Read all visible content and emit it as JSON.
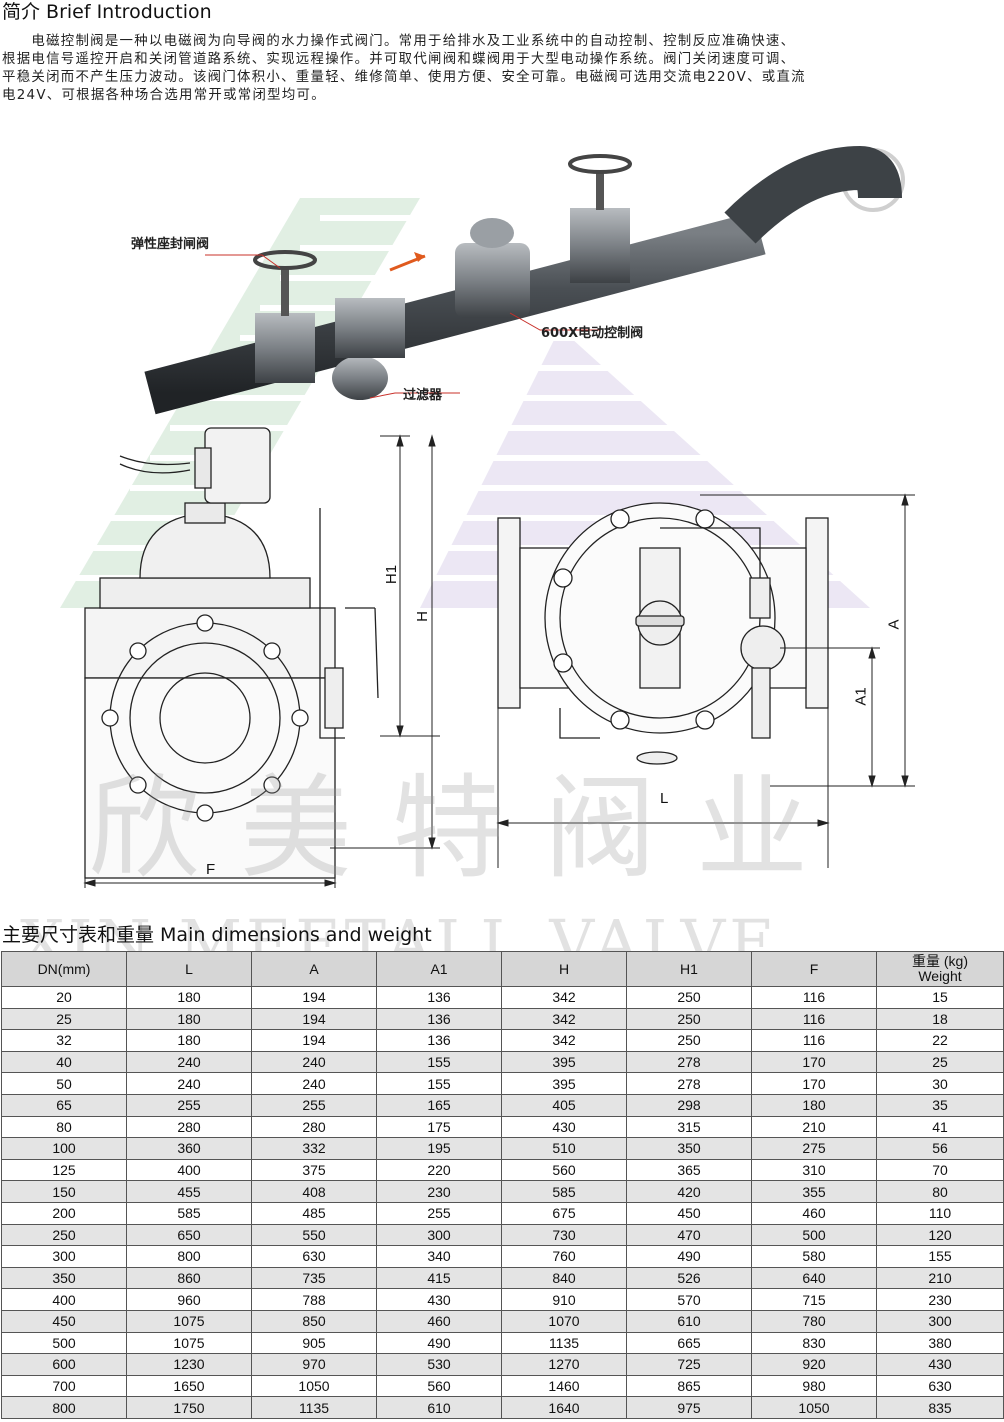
{
  "intro": {
    "title": "简介 Brief Introduction",
    "lines": [
      "　　电磁控制阀是一种以电磁阀为向导阀的水力操作式阀门。常用于给排水及工业系统中的自动控制、控制反应准确快速、",
      "根据电信号遥控开启和关闭管道路系统、实现远程操作。并可取代闸阀和蝶阀用于大型电动操作系统。阀门关闭速度可调、",
      "平稳关闭而不产生压力波动。该阀门体积小、重量轻、维修简单、使用方便、安全可靠。电磁阀可选用交流电220V、或直流",
      "电24V、可根据各种场合选用常开或常闭型均可。"
    ]
  },
  "figure": {
    "callouts": {
      "gate_valve": "弹性座封闸阀",
      "control_valve": "600X电动控制阀",
      "filter": "过滤器"
    },
    "dimension_labels": {
      "h1": "H1",
      "h": "H",
      "f": "F",
      "a": "A",
      "a1": "A1",
      "l": "L"
    },
    "watermark_cn": "欣美特阀业",
    "watermark_en": "XIN MEETALL VALVE",
    "registered_mark": "®"
  },
  "table": {
    "title": "主要尺寸表和重量 Main dimensions and weight",
    "headers": [
      "DN(mm)",
      "L",
      "A",
      "A1",
      "H",
      "H1",
      "F",
      "重量 (kg)",
      "Weight"
    ],
    "rows": [
      [
        "20",
        "180",
        "194",
        "136",
        "342",
        "250",
        "116",
        "15"
      ],
      [
        "25",
        "180",
        "194",
        "136",
        "342",
        "250",
        "116",
        "18"
      ],
      [
        "32",
        "180",
        "194",
        "136",
        "342",
        "250",
        "116",
        "22"
      ],
      [
        "40",
        "240",
        "240",
        "155",
        "395",
        "278",
        "170",
        "25"
      ],
      [
        "50",
        "240",
        "240",
        "155",
        "395",
        "278",
        "170",
        "30"
      ],
      [
        "65",
        "255",
        "255",
        "165",
        "405",
        "298",
        "180",
        "35"
      ],
      [
        "80",
        "280",
        "280",
        "175",
        "430",
        "315",
        "210",
        "41"
      ],
      [
        "100",
        "360",
        "332",
        "195",
        "510",
        "350",
        "275",
        "56"
      ],
      [
        "125",
        "400",
        "375",
        "220",
        "560",
        "365",
        "310",
        "70"
      ],
      [
        "150",
        "455",
        "408",
        "230",
        "585",
        "420",
        "355",
        "80"
      ],
      [
        "200",
        "585",
        "485",
        "255",
        "675",
        "450",
        "460",
        "110"
      ],
      [
        "250",
        "650",
        "550",
        "300",
        "730",
        "470",
        "500",
        "120"
      ],
      [
        "300",
        "800",
        "630",
        "340",
        "760",
        "490",
        "580",
        "155"
      ],
      [
        "350",
        "860",
        "735",
        "415",
        "840",
        "526",
        "640",
        "210"
      ],
      [
        "400",
        "960",
        "788",
        "430",
        "910",
        "570",
        "715",
        "230"
      ],
      [
        "450",
        "1075",
        "850",
        "460",
        "1070",
        "610",
        "780",
        "300"
      ],
      [
        "500",
        "1075",
        "905",
        "490",
        "1135",
        "665",
        "830",
        "380"
      ],
      [
        "600",
        "1230",
        "970",
        "530",
        "1270",
        "725",
        "920",
        "430"
      ],
      [
        "700",
        "1650",
        "1050",
        "560",
        "1460",
        "865",
        "980",
        "630"
      ],
      [
        "800",
        "1750",
        "1135",
        "610",
        "1640",
        "975",
        "1050",
        "835"
      ]
    ]
  }
}
